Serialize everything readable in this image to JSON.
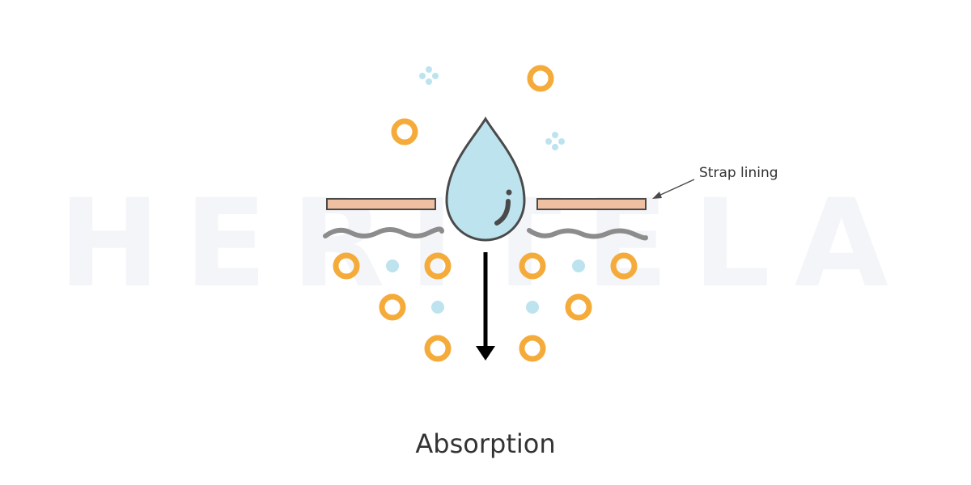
{
  "watermark": {
    "text": "HERITELA"
  },
  "callout": {
    "label": "Strap lining"
  },
  "caption": {
    "text": "Absorption"
  },
  "colors": {
    "drop_fill": "#bde3ef",
    "outline": "#4a4a4a",
    "strap_fill": "#efbfa1",
    "wave": "#8c8c8c",
    "ring": "#f5ab3a",
    "dot": "#bde3ef",
    "sparkle": "#bde3ef",
    "arrow": "#000000",
    "text": "#333333",
    "watermark": "#f3f5f8"
  },
  "icons": {
    "drop": "water-drop-icon",
    "arrow": "arrow-down-icon",
    "ring": "ring-icon",
    "sparkle": "sparkle-icon"
  }
}
